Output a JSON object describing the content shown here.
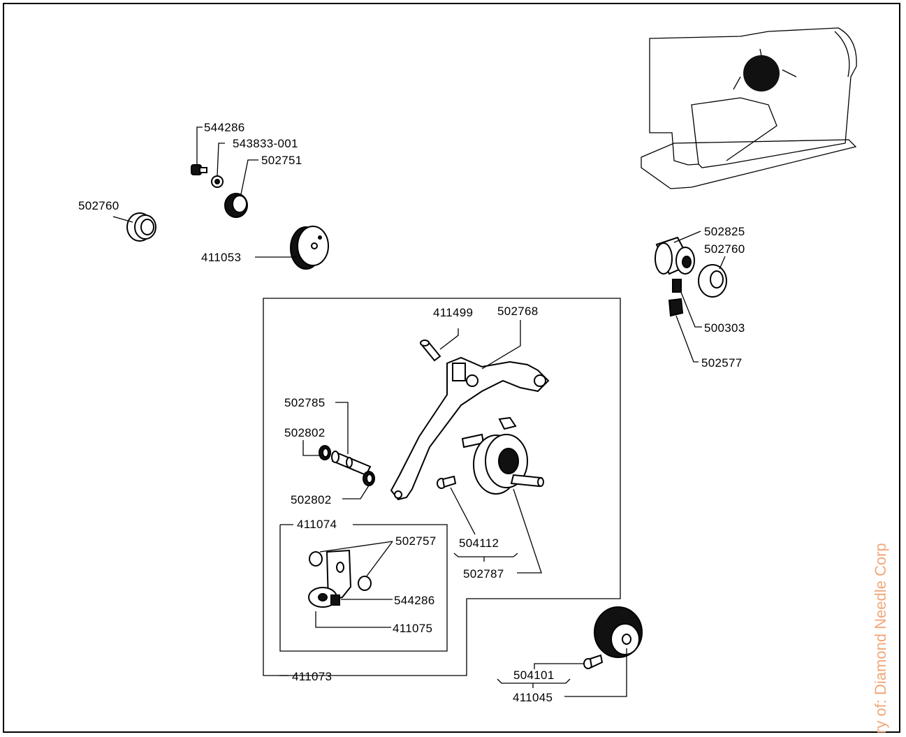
{
  "labels": {
    "p544286_top": "544286",
    "p543833": "543833-001",
    "p502751": "502751",
    "p502760_left": "502760",
    "p411053": "411053",
    "p502825": "502825",
    "p502760_right": "502760",
    "p500303": "500303",
    "p502577": "502577",
    "p411499": "411499",
    "p502768": "502768",
    "p502785": "502785",
    "p502802_a": "502802",
    "p502802_b": "502802",
    "p411074": "411074",
    "p502757": "502757",
    "p544286_mid": "544286",
    "p411075": "411075",
    "p504112": "504112",
    "p502787": "502787",
    "p411073": "411073",
    "p504101": "504101",
    "p411045": "411045"
  },
  "watermark": "ry of: Diamond Needle Corp",
  "colors": {
    "ink": "#000000",
    "watermark": "#f2a77a"
  }
}
